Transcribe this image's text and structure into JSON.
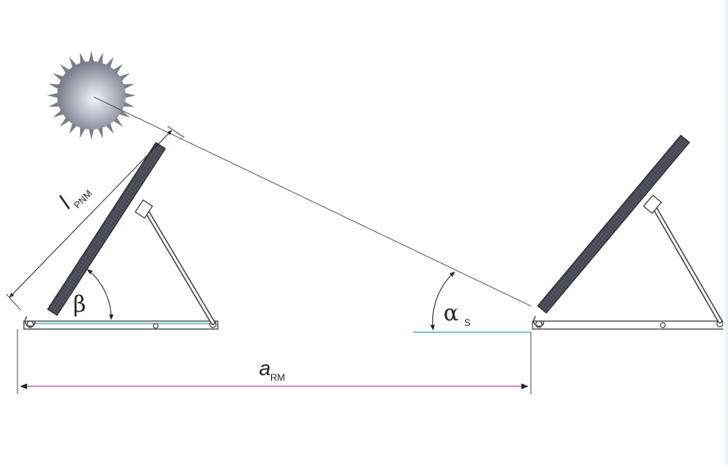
{
  "labels": {
    "length_main": "l",
    "length_sub": "PNM",
    "beta": "β",
    "alpha_main": "α",
    "alpha_sub": "S",
    "distance_main": "a",
    "distance_sub": "RM"
  },
  "colors": {
    "panel": "#4a4a55",
    "frame": "#555555",
    "ground_line": "#2aa9b8",
    "distance_line": "#b04aa0",
    "sun_rays": "#7c7f8a",
    "sun_core": "#f2f4f8"
  }
}
